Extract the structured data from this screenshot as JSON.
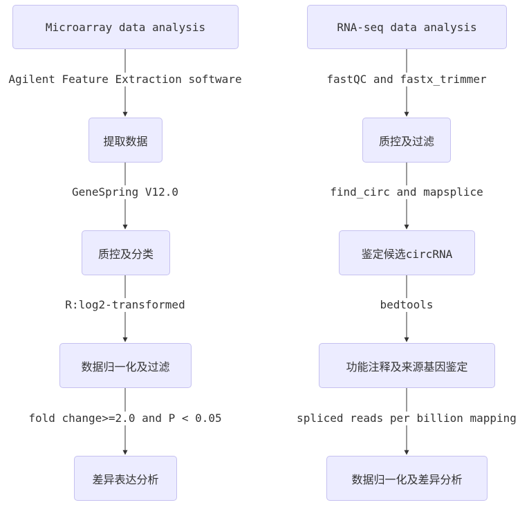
{
  "colors": {
    "node_fill": "#ECECFF",
    "node_border": "#C5C0F0",
    "edge": "#333333"
  },
  "left": {
    "title": "Microarray data analysis",
    "steps": [
      "提取数据",
      "质控及分类",
      "数据归一化及过滤",
      "差异表达分析"
    ],
    "edge_labels": [
      "Agilent Feature Extraction software",
      "GeneSpring V12.0",
      "R:log2-transformed",
      "fold change>=2.0 and P < 0.05"
    ]
  },
  "right": {
    "title": "RNA-seq data analysis",
    "steps": [
      "质控及过滤",
      "鉴定候选circRNA",
      "功能注释及来源基因鉴定",
      "数据归一化及差异分析"
    ],
    "edge_labels": [
      "fastQC and fastx_trimmer",
      "find_circ and mapsplice",
      "bedtools",
      "spliced reads per billion mapping"
    ]
  }
}
